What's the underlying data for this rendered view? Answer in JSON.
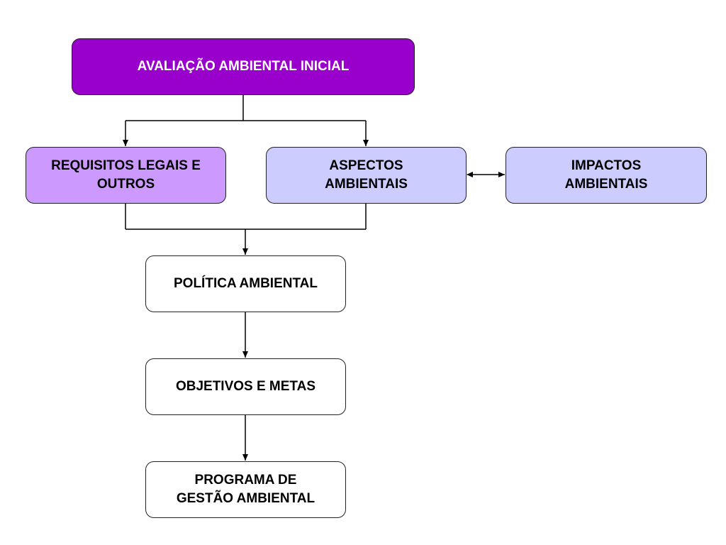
{
  "diagram": {
    "colors": {
      "avaliacao_fill": "#9900cc",
      "requisitos_fill": "#cc99ff",
      "aspectos_fill": "#ccccff",
      "impactos_fill": "#ccccff",
      "plain_fill": "#ffffff",
      "line": "#000000"
    },
    "nodes": {
      "avaliacao": {
        "label": "AVALIAÇÃO AMBIENTAL INICIAL"
      },
      "requisitos": {
        "line1": "REQUISITOS LEGAIS E",
        "line2": "OUTROS"
      },
      "aspectos": {
        "line1": "ASPECTOS",
        "line2": "AMBIENTAIS"
      },
      "impactos": {
        "line1": "IMPACTOS",
        "line2": "AMBIENTAIS"
      },
      "politica": {
        "label": "POLÍTICA AMBIENTAL"
      },
      "objetivos": {
        "label": "OBJETIVOS E METAS"
      },
      "programa": {
        "line1": "PROGRAMA DE",
        "line2": "GESTÃO AMBIENTAL"
      }
    },
    "edges": [
      {
        "from": "avaliacao",
        "to": "requisitos",
        "type": "arrow"
      },
      {
        "from": "avaliacao",
        "to": "aspectos",
        "type": "arrow"
      },
      {
        "from": "aspectos",
        "to": "impactos",
        "type": "double-arrow"
      },
      {
        "from": "requisitos",
        "to": "politica",
        "type": "arrow"
      },
      {
        "from": "aspectos",
        "to": "politica",
        "type": "arrow"
      },
      {
        "from": "politica",
        "to": "objetivos",
        "type": "arrow"
      },
      {
        "from": "objetivos",
        "to": "programa",
        "type": "arrow"
      }
    ]
  }
}
